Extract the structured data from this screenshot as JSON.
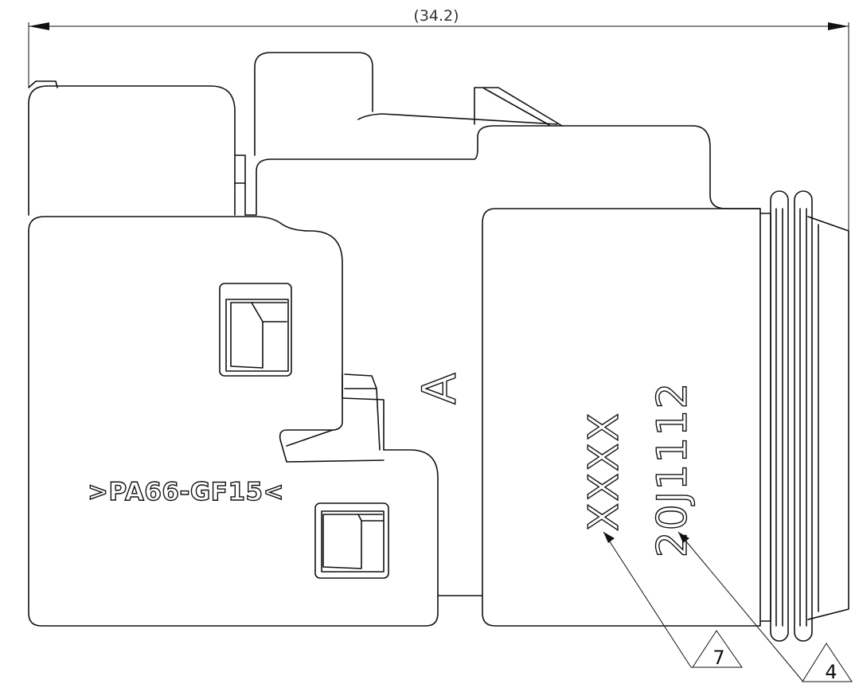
{
  "dimension": {
    "overall_width": "(34.2)"
  },
  "markings": {
    "material": ">PA66-GF15<",
    "view_letter": "A",
    "part_code": "XXXX",
    "date_code": "20J1112"
  },
  "balloons": [
    {
      "number": "7",
      "points_to": "part_code"
    },
    {
      "number": "4",
      "points_to": "date_code"
    }
  ]
}
